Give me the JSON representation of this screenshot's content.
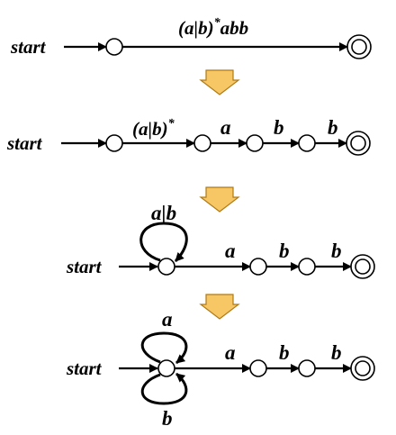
{
  "start_label": "start",
  "step1": {
    "regex": "(a|b)",
    "star": "*",
    "suffix": "abb"
  },
  "step2": {
    "regex": "(a|b)",
    "star": "*",
    "labels": [
      "a",
      "b",
      "b"
    ]
  },
  "step3": {
    "loop_label": "a|b",
    "labels": [
      "a",
      "b",
      "b"
    ]
  },
  "step4": {
    "loop_top_label": "a",
    "loop_bottom_label": "b",
    "labels": [
      "a",
      "b",
      "b"
    ]
  },
  "colors": {
    "arrow_fill": "#f7c766",
    "arrow_stroke": "#b07a14",
    "ink": "#000000"
  }
}
